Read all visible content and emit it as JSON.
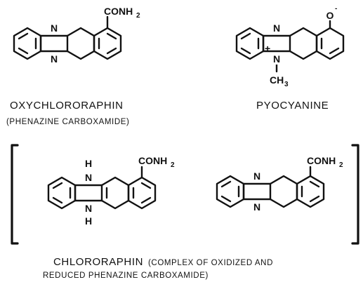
{
  "molecules": {
    "oxychlororaphin": {
      "n_top": "N",
      "n_bottom": "N",
      "substituent": "CONH",
      "substituent_sub": "2",
      "name": "OXYCHLORORAPHIN",
      "subtitle": "(PHENAZINE CARBOXAMIDE)"
    },
    "pyocyanine": {
      "n_top": "N",
      "n_bottom": "N",
      "oxide": "O",
      "charge_minus": "-",
      "charge_plus": "+",
      "methyl": "CH",
      "methyl_sub": "3",
      "name": "PYOCYANINE"
    },
    "reduced": {
      "h_top": "H",
      "n_top": "N",
      "h_bottom": "H",
      "n_bottom": "N",
      "substituent": "CONH",
      "substituent_sub": "2"
    },
    "oxidized": {
      "n_top": "N",
      "n_bottom": "N",
      "substituent": "CONH",
      "substituent_sub": "2"
    }
  },
  "complex": {
    "name": "CHLORORAPHIN",
    "description_line1": "(COMPLEX OF OXIDIZED AND",
    "description_line2": "REDUCED PHENAZINE CARBOXAMIDE)"
  }
}
